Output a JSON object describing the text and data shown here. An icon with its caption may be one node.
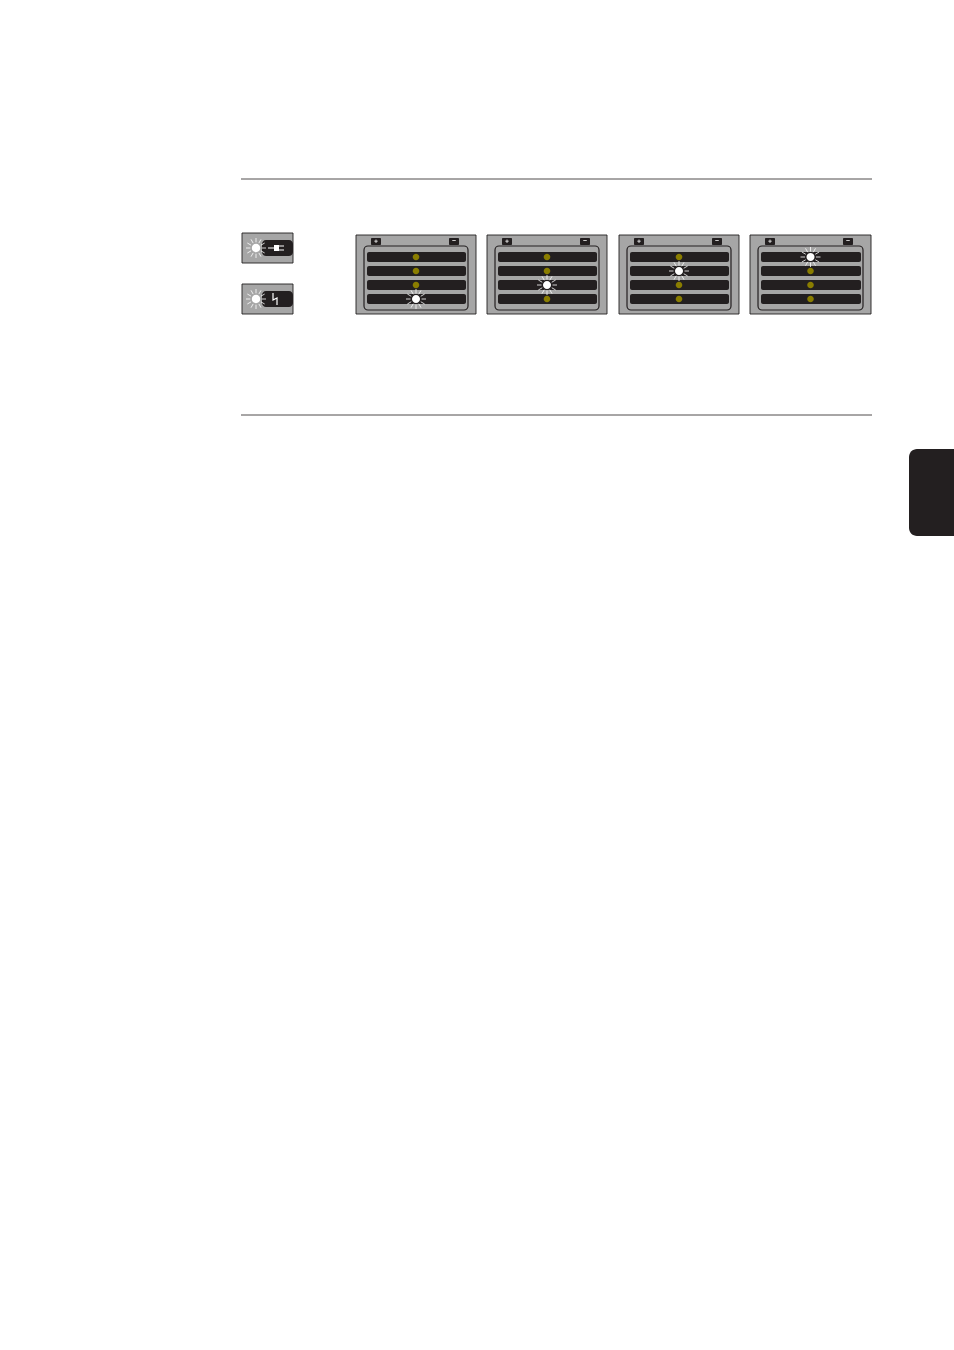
{
  "diagram": {
    "nodes": [
      {
        "text": [],
        "shape": "box"
      },
      {
        "text": [],
        "shape": "box"
      },
      {
        "text": [],
        "shape": "box"
      },
      {
        "text": [],
        "shape": "box"
      },
      {
        "text": [],
        "shape": "box"
      },
      {
        "text": [],
        "shape": "box"
      },
      {
        "text": [],
        "shape": "box"
      }
    ],
    "labels": [
      "+",
      "−",
      "+",
      "−",
      "+",
      "−",
      "+",
      "−"
    ]
  }
}
